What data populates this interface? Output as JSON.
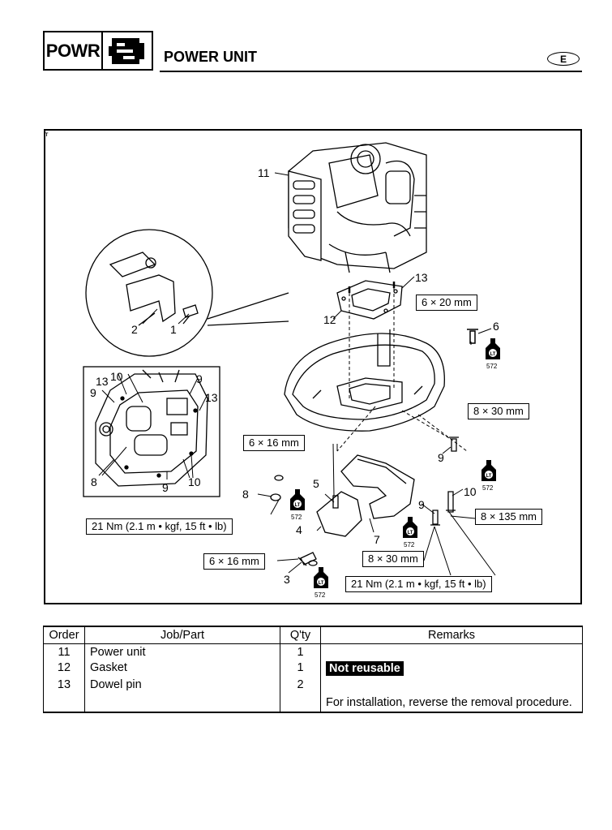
{
  "header": {
    "section_code": "POWR",
    "section_icon": "engine-icon",
    "title": "POWER UNIT",
    "lang_badge": "E"
  },
  "diagram": {
    "callouts": {
      "c11": "11",
      "c13a": "13",
      "c12": "12",
      "c6": "6",
      "c2": "2",
      "c1": "1",
      "c13b": "13",
      "c10a": "10",
      "c9a": "9",
      "c9b": "9",
      "c13c": "13",
      "c8a": "8",
      "c9c": "9",
      "c10b": "10",
      "c9d": "9",
      "c10c": "10",
      "c5": "5",
      "c8b": "8",
      "c9e": "9",
      "c4": "4",
      "c7": "7",
      "c3": "3"
    },
    "specs": {
      "s1": "6 × 20 mm",
      "s2": "8 × 30 mm",
      "s3": "6 × 16 mm",
      "s4": "8 × 135 mm",
      "s5": "21 Nm (2.1 m • kgf, 15 ft • lb)",
      "s6": "6 × 16 mm",
      "s7": "8 × 30 mm",
      "s8": "21 Nm (2.1 m • kgf, 15 ft • lb)"
    },
    "lt_labels": {
      "l1": "572",
      "l2": "572",
      "l3": "572",
      "l4": "572",
      "l5": "572"
    },
    "lt_mark": "LT"
  },
  "table": {
    "headers": {
      "order": "Order",
      "part": "Job/Part",
      "qty": "Q'ty",
      "remarks": "Remarks"
    },
    "rows": [
      {
        "order": "11",
        "part": "Power unit",
        "qty": "1",
        "remarks": ""
      },
      {
        "order": "12",
        "part": "Gasket",
        "qty": "1",
        "remarks": "Not reusable"
      },
      {
        "order": "13",
        "part": "Dowel pin",
        "qty": "2",
        "remarks": ""
      }
    ],
    "note": "For installation, reverse the removal procedure."
  }
}
